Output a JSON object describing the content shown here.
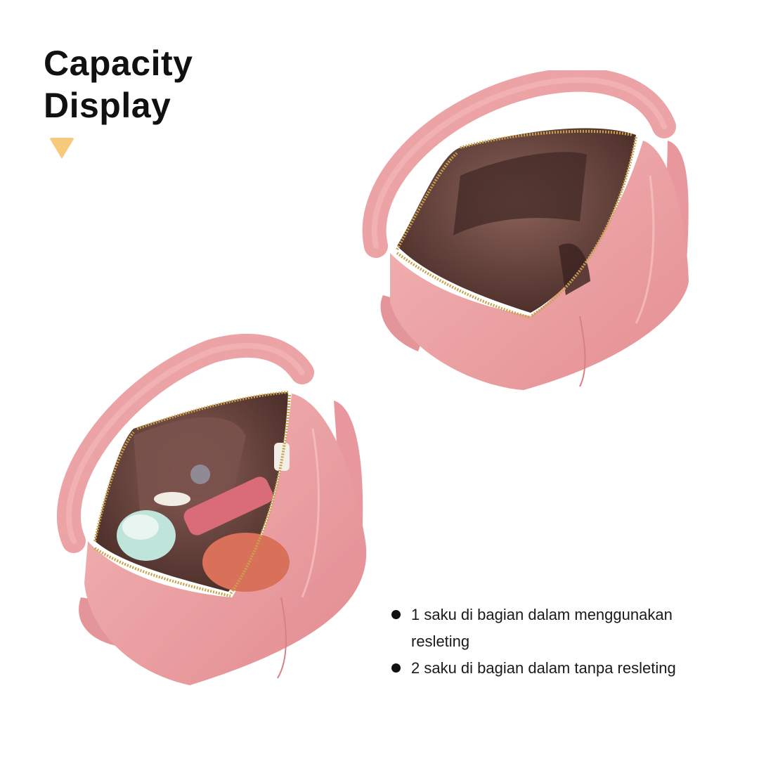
{
  "heading": {
    "line1": "Capacity",
    "line2": "Display"
  },
  "accent_color": "#f7c97a",
  "bag_color": "#eea3a5",
  "lining_color": "#6a4640",
  "zipper_color": "#c9a24b",
  "features": [
    {
      "text": "1 saku di bagian dalam menggunakan resleting"
    },
    {
      "text": "2 saku di bagian dalam tanpa resleting"
    }
  ]
}
